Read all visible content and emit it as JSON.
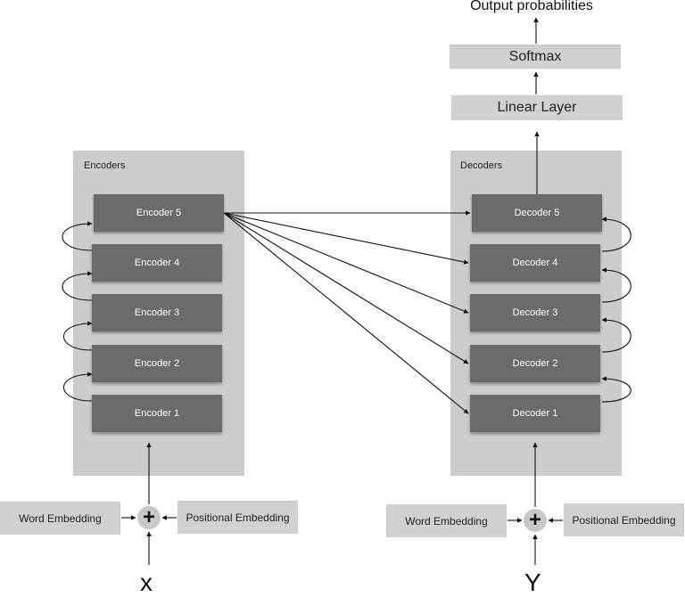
{
  "output_label": "Output probabilities",
  "softmax_label": "Softmax",
  "linear_label": "Linear Layer",
  "encoders": {
    "title": "Encoders",
    "blocks": [
      "Encoder 5",
      "Encoder 4",
      "Encoder 3",
      "Encoder 2",
      "Encoder 1"
    ]
  },
  "decoders": {
    "title": "Decoders",
    "blocks": [
      "Decoder 5",
      "Decoder 4",
      "Decoder 3",
      "Decoder 2",
      "Decoder 1"
    ]
  },
  "encoder_input": {
    "word_embedding": "Word Embedding",
    "positional_embedding": "Positional Embedding",
    "input_symbol": "x"
  },
  "decoder_input": {
    "word_embedding": "Word Embedding",
    "positional_embedding": "Positional Embedding",
    "input_symbol": "Y"
  }
}
